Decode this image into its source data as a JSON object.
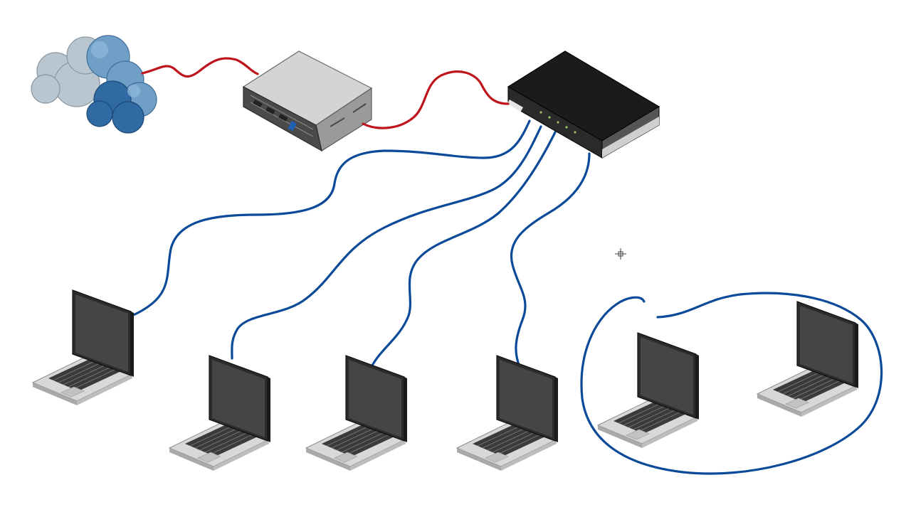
{
  "diagram": {
    "kind": "network-topology",
    "nodes": [
      {
        "id": "internet",
        "icon": "cloud-icon"
      },
      {
        "id": "rack-server",
        "icon": "rack-server-icon"
      },
      {
        "id": "network-switch",
        "icon": "switch-icon",
        "port_leds": 5
      },
      {
        "id": "laptop-1",
        "icon": "laptop-icon"
      },
      {
        "id": "laptop-2",
        "icon": "laptop-icon"
      },
      {
        "id": "laptop-3",
        "icon": "laptop-icon"
      },
      {
        "id": "laptop-4",
        "icon": "laptop-icon"
      },
      {
        "id": "laptop-5",
        "icon": "laptop-icon",
        "group": "circled-group"
      },
      {
        "id": "laptop-6",
        "icon": "laptop-icon",
        "group": "circled-group"
      }
    ],
    "links": [
      {
        "from": "internet",
        "to": "rack-server",
        "color": "#c0141c"
      },
      {
        "from": "rack-server",
        "to": "network-switch",
        "color": "#c0141c"
      },
      {
        "from": "network-switch",
        "to": "laptop-1",
        "color": "#0b4a99"
      },
      {
        "from": "network-switch",
        "to": "laptop-2",
        "color": "#0b4a99"
      },
      {
        "from": "network-switch",
        "to": "laptop-3",
        "color": "#0b4a99"
      },
      {
        "from": "network-switch",
        "to": "laptop-4",
        "color": "#0b4a99"
      }
    ],
    "annotation": {
      "type": "hand-drawn-loop",
      "encloses": [
        "laptop-5",
        "laptop-6"
      ],
      "color": "#0b4a99"
    },
    "cursor": "crosshair-cursor-icon",
    "colors": {
      "background": "#ffffff",
      "wan_cable": "#c0141c",
      "lan_cable": "#0b4a99",
      "cloud_blue": "#2f6fa8",
      "cloud_grey": "#b5c2cc",
      "laptop_screen": "#3a3a3a",
      "laptop_body": "#cfcfcf"
    }
  }
}
